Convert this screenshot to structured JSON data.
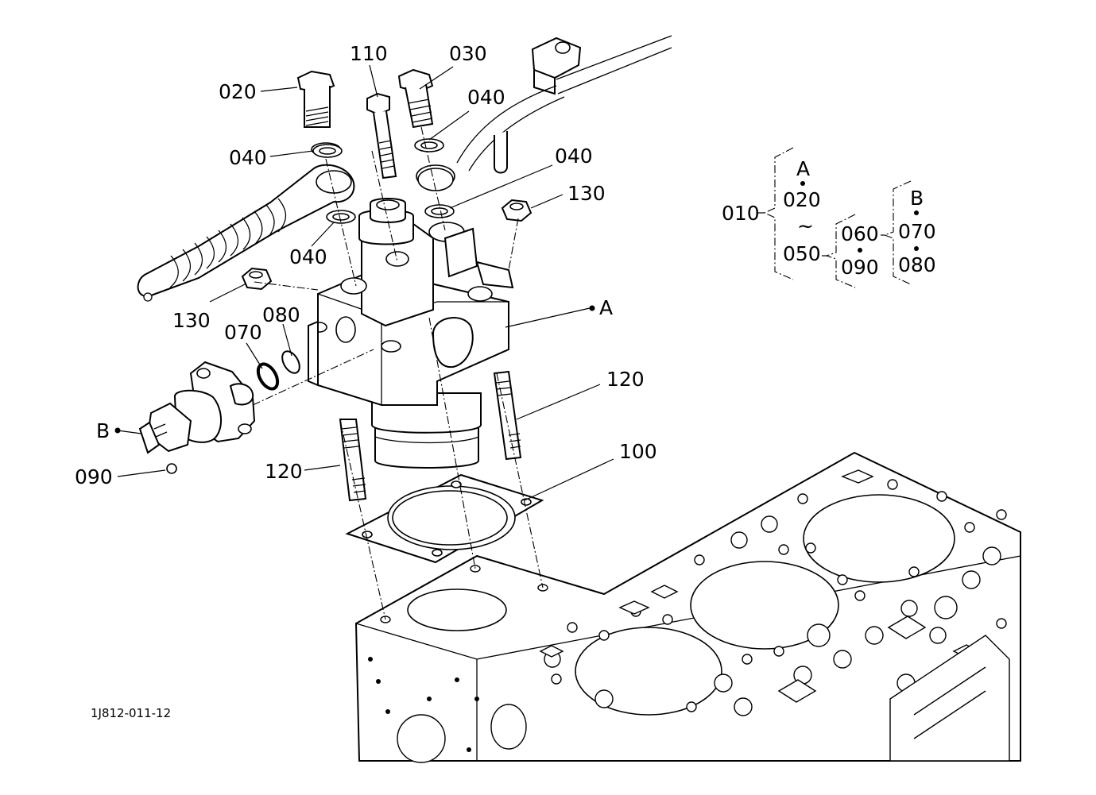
{
  "callouts": {
    "c020": "020",
    "c110": "110",
    "c030": "030",
    "c040_a": "040",
    "c040_b": "040",
    "c040_c": "040",
    "c040_d": "040",
    "c130_a": "130",
    "c130_b": "130",
    "c080": "080",
    "c070": "070",
    "cA": "A",
    "cB": "B",
    "c120_a": "120",
    "c120_b": "120",
    "c100": "100",
    "c090": "090"
  },
  "legend": {
    "root": "010",
    "group_a": "A",
    "a_first": "020",
    "range_mark": "~",
    "a_last": "050",
    "sub_first": "060",
    "sub_second": "090",
    "group_b": "B",
    "b_first": "070",
    "b_second": "080"
  },
  "figure_code": "1J812-011-12"
}
